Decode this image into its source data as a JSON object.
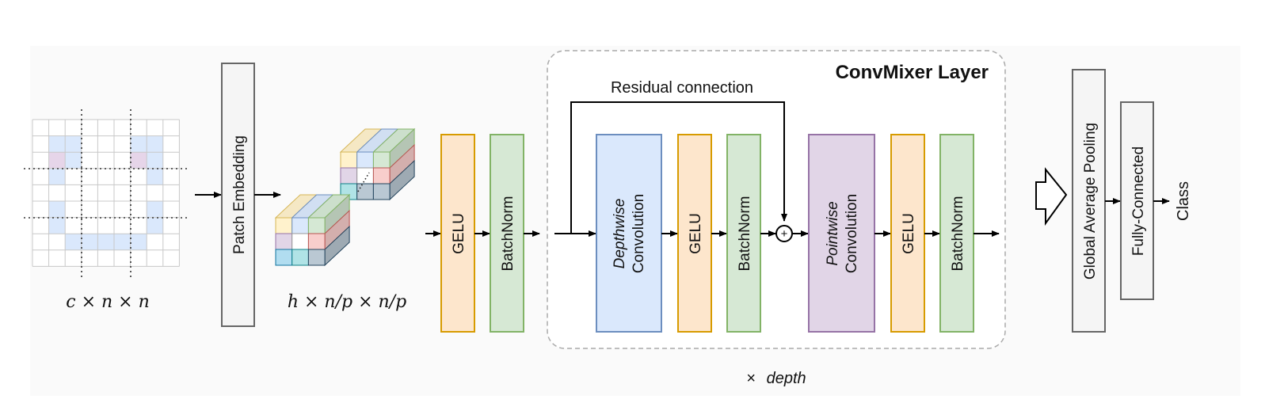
{
  "input_label": "c × n × n",
  "patch_embedding_label": "Patch Embedding",
  "patch_output_label": "h × n/p × n/p",
  "pre_gelu_label": "GELU",
  "pre_batchnorm_label": "BatchNorm",
  "convmixer": {
    "title": "ConvMixer Layer",
    "residual_label": "Residual connection",
    "depthwise": {
      "line1": "Depthwise",
      "line2": "Convolution"
    },
    "gelu1": "GELU",
    "batchnorm1": "BatchNorm",
    "pointwise": {
      "line1": "Pointwise",
      "line2": "Convolution"
    },
    "gelu2": "GELU",
    "batchnorm2": "BatchNorm",
    "add_symbol": "+",
    "repeat_prefix": "×",
    "repeat_label": "depth"
  },
  "global_pool_label": "Global Average Pooling",
  "fully_connected_label": "Fully-Connected",
  "class_label": "Class",
  "colors": {
    "gelu_fill": "#fde6cc",
    "gelu_stroke": "#d79b00",
    "bn_fill": "#d6e8d4",
    "bn_stroke": "#82b366",
    "depthwise_fill": "#dae8fc",
    "depthwise_stroke": "#6c8ebf",
    "pointwise_fill": "#e1d5e7",
    "pointwise_stroke": "#9673a6",
    "gray_fill": "#f5f5f5",
    "gray_stroke": "#666666",
    "grid_stroke": "#c8c8c8",
    "dashed_box": "#aaaaaa"
  }
}
